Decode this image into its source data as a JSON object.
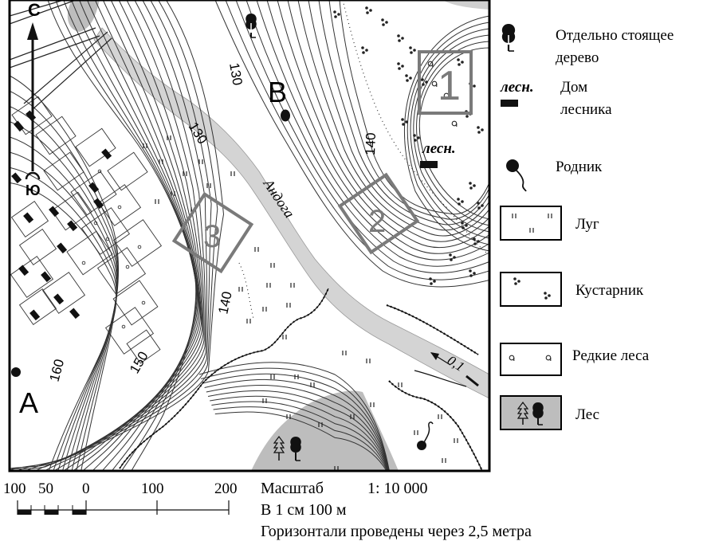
{
  "map": {
    "compass_north": "С",
    "compass_south": "Ю",
    "point_a": "A",
    "point_b": "B",
    "river_name": "Андога",
    "contour_labels": [
      "130",
      "130",
      "140",
      "140",
      "150",
      "160"
    ],
    "forester_label": "лесн.",
    "flow_speed": "0,1",
    "plots": [
      "1",
      "2",
      "3"
    ]
  },
  "legend": {
    "items": [
      {
        "id": "tree",
        "label": "Отдельно стоящее дерево",
        "lines": [
          "Отдельно стоящее",
          "дерево"
        ],
        "icon": "single-tree-icon"
      },
      {
        "id": "forester",
        "label": "Дом лесника",
        "lines": [
          "Дом",
          "лесника"
        ],
        "icon_text": "лесн.",
        "icon": "forester-house-icon"
      },
      {
        "id": "spring",
        "label": "Родник",
        "lines": [
          "Родник"
        ],
        "icon": "spring-icon"
      },
      {
        "id": "meadow",
        "label": "Луг",
        "lines": [
          "Луг"
        ],
        "icon": "meadow-icon"
      },
      {
        "id": "shrub",
        "label": "Кустарник",
        "lines": [
          "Кустарник"
        ],
        "icon": "shrub-icon"
      },
      {
        "id": "sparse",
        "label": "Редкие леса",
        "lines": [
          "Редкие леса"
        ],
        "icon": "sparse-forest-icon"
      },
      {
        "id": "forest",
        "label": "Лес",
        "lines": [
          "Лес"
        ],
        "icon": "forest-icon"
      }
    ]
  },
  "scale_bar": {
    "ticks": [
      "100",
      "50",
      "0",
      "100",
      "200"
    ]
  },
  "scale_text": {
    "line1_a": "Масштаб",
    "line1_b": "1: 10 000",
    "line2": "В  1 см 100 м",
    "line3": "Горизонтали проведены через 2,5 метра"
  },
  "colors": {
    "frame": "#000000",
    "river": "#d4d4d4",
    "forest_fill": "#bdbdbd",
    "plot_outline": "#7a7a7a",
    "contour": "#333333"
  }
}
